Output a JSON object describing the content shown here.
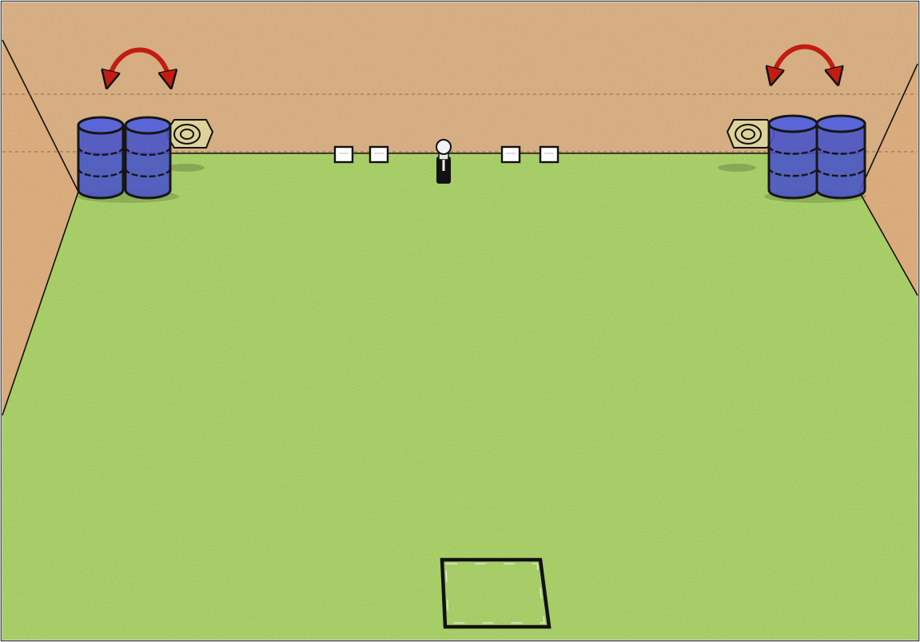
{
  "scene": {
    "description_free": true,
    "colors": {
      "back_wall": "#d8b288",
      "side_wall": "#dcb082",
      "grass": "#8fbd48",
      "grass_light": "#a6cc5e",
      "barrel_fill": "#4a55c8",
      "barrel_stroke": "#161616",
      "arrow": "#c21d12",
      "target_fill": "#ddd29a",
      "box_fill": "#ffffff",
      "stick_fill": "#111111",
      "outline": "#111111"
    },
    "icons": {
      "rotate": "rotate-arrow-icon",
      "target": "target-icon",
      "barrel": "barrel-icon",
      "box": "marker-box-icon",
      "stick": "shooter-icon",
      "start_box": "start-box-icon"
    },
    "barrel_stacks": [
      {
        "side": "left",
        "columns": 2,
        "tiers": 3
      },
      {
        "side": "right",
        "columns": 2,
        "tiers": 3
      }
    ],
    "marker_box_count": 4,
    "start_box_count": 1
  }
}
